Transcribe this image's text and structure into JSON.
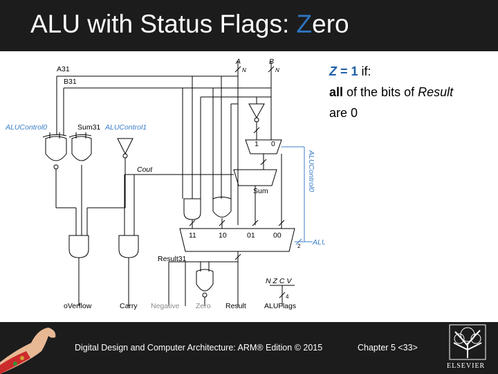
{
  "title": {
    "prefix": "ALU with Status Flags: ",
    "highlight": "Z",
    "suffix": "ero"
  },
  "note": {
    "line1_var": "Z",
    "line1_eq": " = ",
    "line1_val": "1",
    "line1_rest": " if:",
    "line2_bold": "all",
    "line2_rest": " of the bits of ",
    "line2_italic": "Result",
    "line3": "are 0"
  },
  "diagram": {
    "labels": {
      "a31": "A31",
      "b31": "B31",
      "a": "A",
      "b": "B",
      "n": "N",
      "alucontrol0": "ALUControl0",
      "sum31": "Sum31",
      "alucontrol1": "ALUControl1",
      "cout": "Cout",
      "alucontrol0_vert": "ALUControl0",
      "sum": "Sum",
      "mux_in0": "0",
      "mux_in1": "1",
      "sel11": "11",
      "sel10": "10",
      "sel01": "01",
      "sel00": "00",
      "two": "2",
      "alucontrol": "ALUControl",
      "result31": "Result31",
      "nzcv": "N Z C V",
      "four": "4",
      "overflow": "oVerflow",
      "carry": "Carry",
      "negative": "Negative",
      "zero": "Zero",
      "result": "Result",
      "aluflags": "ALUFlags"
    }
  },
  "footer": {
    "left": "Digital Design and Computer Architecture: ARM® Edition © 2015",
    "right": "Chapter 5 <33>",
    "publisher": "ELSEVIER"
  },
  "colors": {
    "highlight": "#2e74c0",
    "wire_blue": "#3a7dc9",
    "zero_gray": "#8a8a8a",
    "bar": "#1c1c1c"
  }
}
